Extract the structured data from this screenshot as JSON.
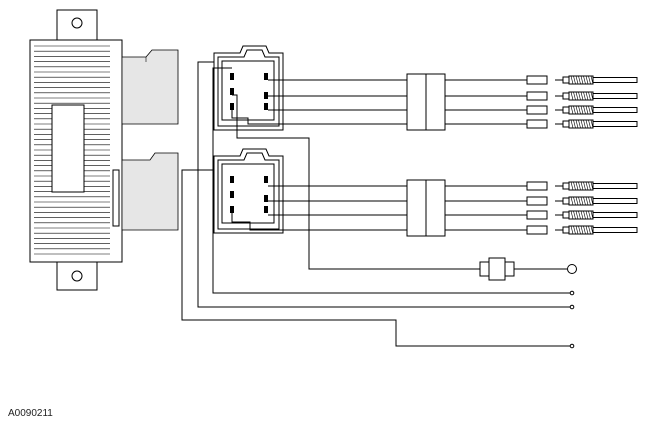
{
  "figure_code": "A0090211",
  "colors": {
    "line": "#000000",
    "module_fill": "#e6e6e6",
    "background": "#ffffff"
  },
  "glow_plug_count_per_bank": 4,
  "banks": 2
}
